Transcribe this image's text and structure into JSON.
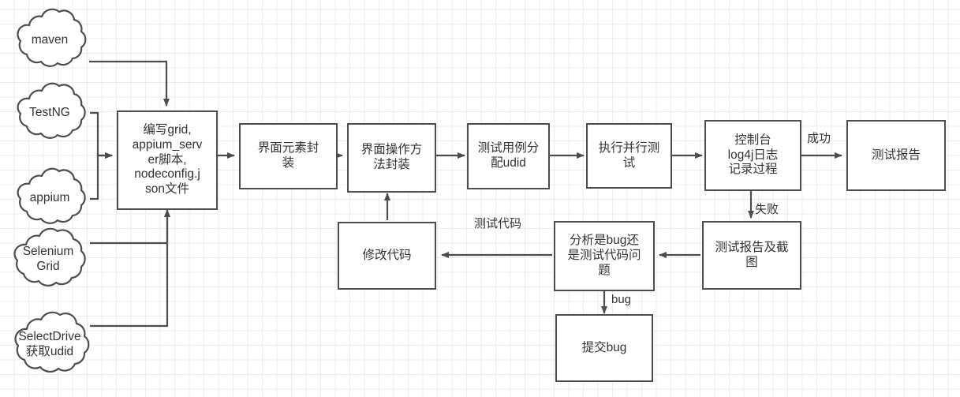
{
  "diagram": {
    "title": "Appium Selenium Grid parallel test flow",
    "background": "#ffffff",
    "grid_minor_color": "#ededed",
    "grid_major_color": "#e0e0e0",
    "node_border_color": "#4d4d4d",
    "node_fill_color": "#ffffff",
    "edge_color": "#4d4d4d",
    "text_color": "#333333"
  },
  "clouds": [
    {
      "id": "maven",
      "label": "maven"
    },
    {
      "id": "testng",
      "label": "TestNG"
    },
    {
      "id": "appium",
      "label": "appium"
    },
    {
      "id": "selenium_grid",
      "label": "Selenium\nGrid"
    },
    {
      "id": "selectdrive",
      "label": "SelectDrive\n获取udid"
    }
  ],
  "boxes": [
    {
      "id": "write_scripts",
      "label": "编写grid,\nappium_serv\ner脚本,\nnodeconfig.j\nson文件"
    },
    {
      "id": "ui_element_pkg",
      "label": "界面元素封\n装"
    },
    {
      "id": "ui_action_pkg",
      "label": "界面操作方\n法封装"
    },
    {
      "id": "assign_udid",
      "label": "测试用例分\n配udid"
    },
    {
      "id": "run_parallel",
      "label": "执行并行测\n试"
    },
    {
      "id": "console_log4j",
      "label": "控制台\nlog4j日志\n记录过程"
    },
    {
      "id": "test_report",
      "label": "测试报告"
    },
    {
      "id": "modify_code",
      "label": "修改代码"
    },
    {
      "id": "analyze_issue",
      "label": "分析是bug还\n是测试代码问\n题"
    },
    {
      "id": "report_screenshot",
      "label": "测试报告及截\n图"
    },
    {
      "id": "submit_bug",
      "label": "提交bug"
    }
  ],
  "edge_labels": [
    {
      "id": "success",
      "label": "成功"
    },
    {
      "id": "failure",
      "label": "失败"
    },
    {
      "id": "test_code",
      "label": "测试代码"
    },
    {
      "id": "bug",
      "label": "bug"
    }
  ]
}
